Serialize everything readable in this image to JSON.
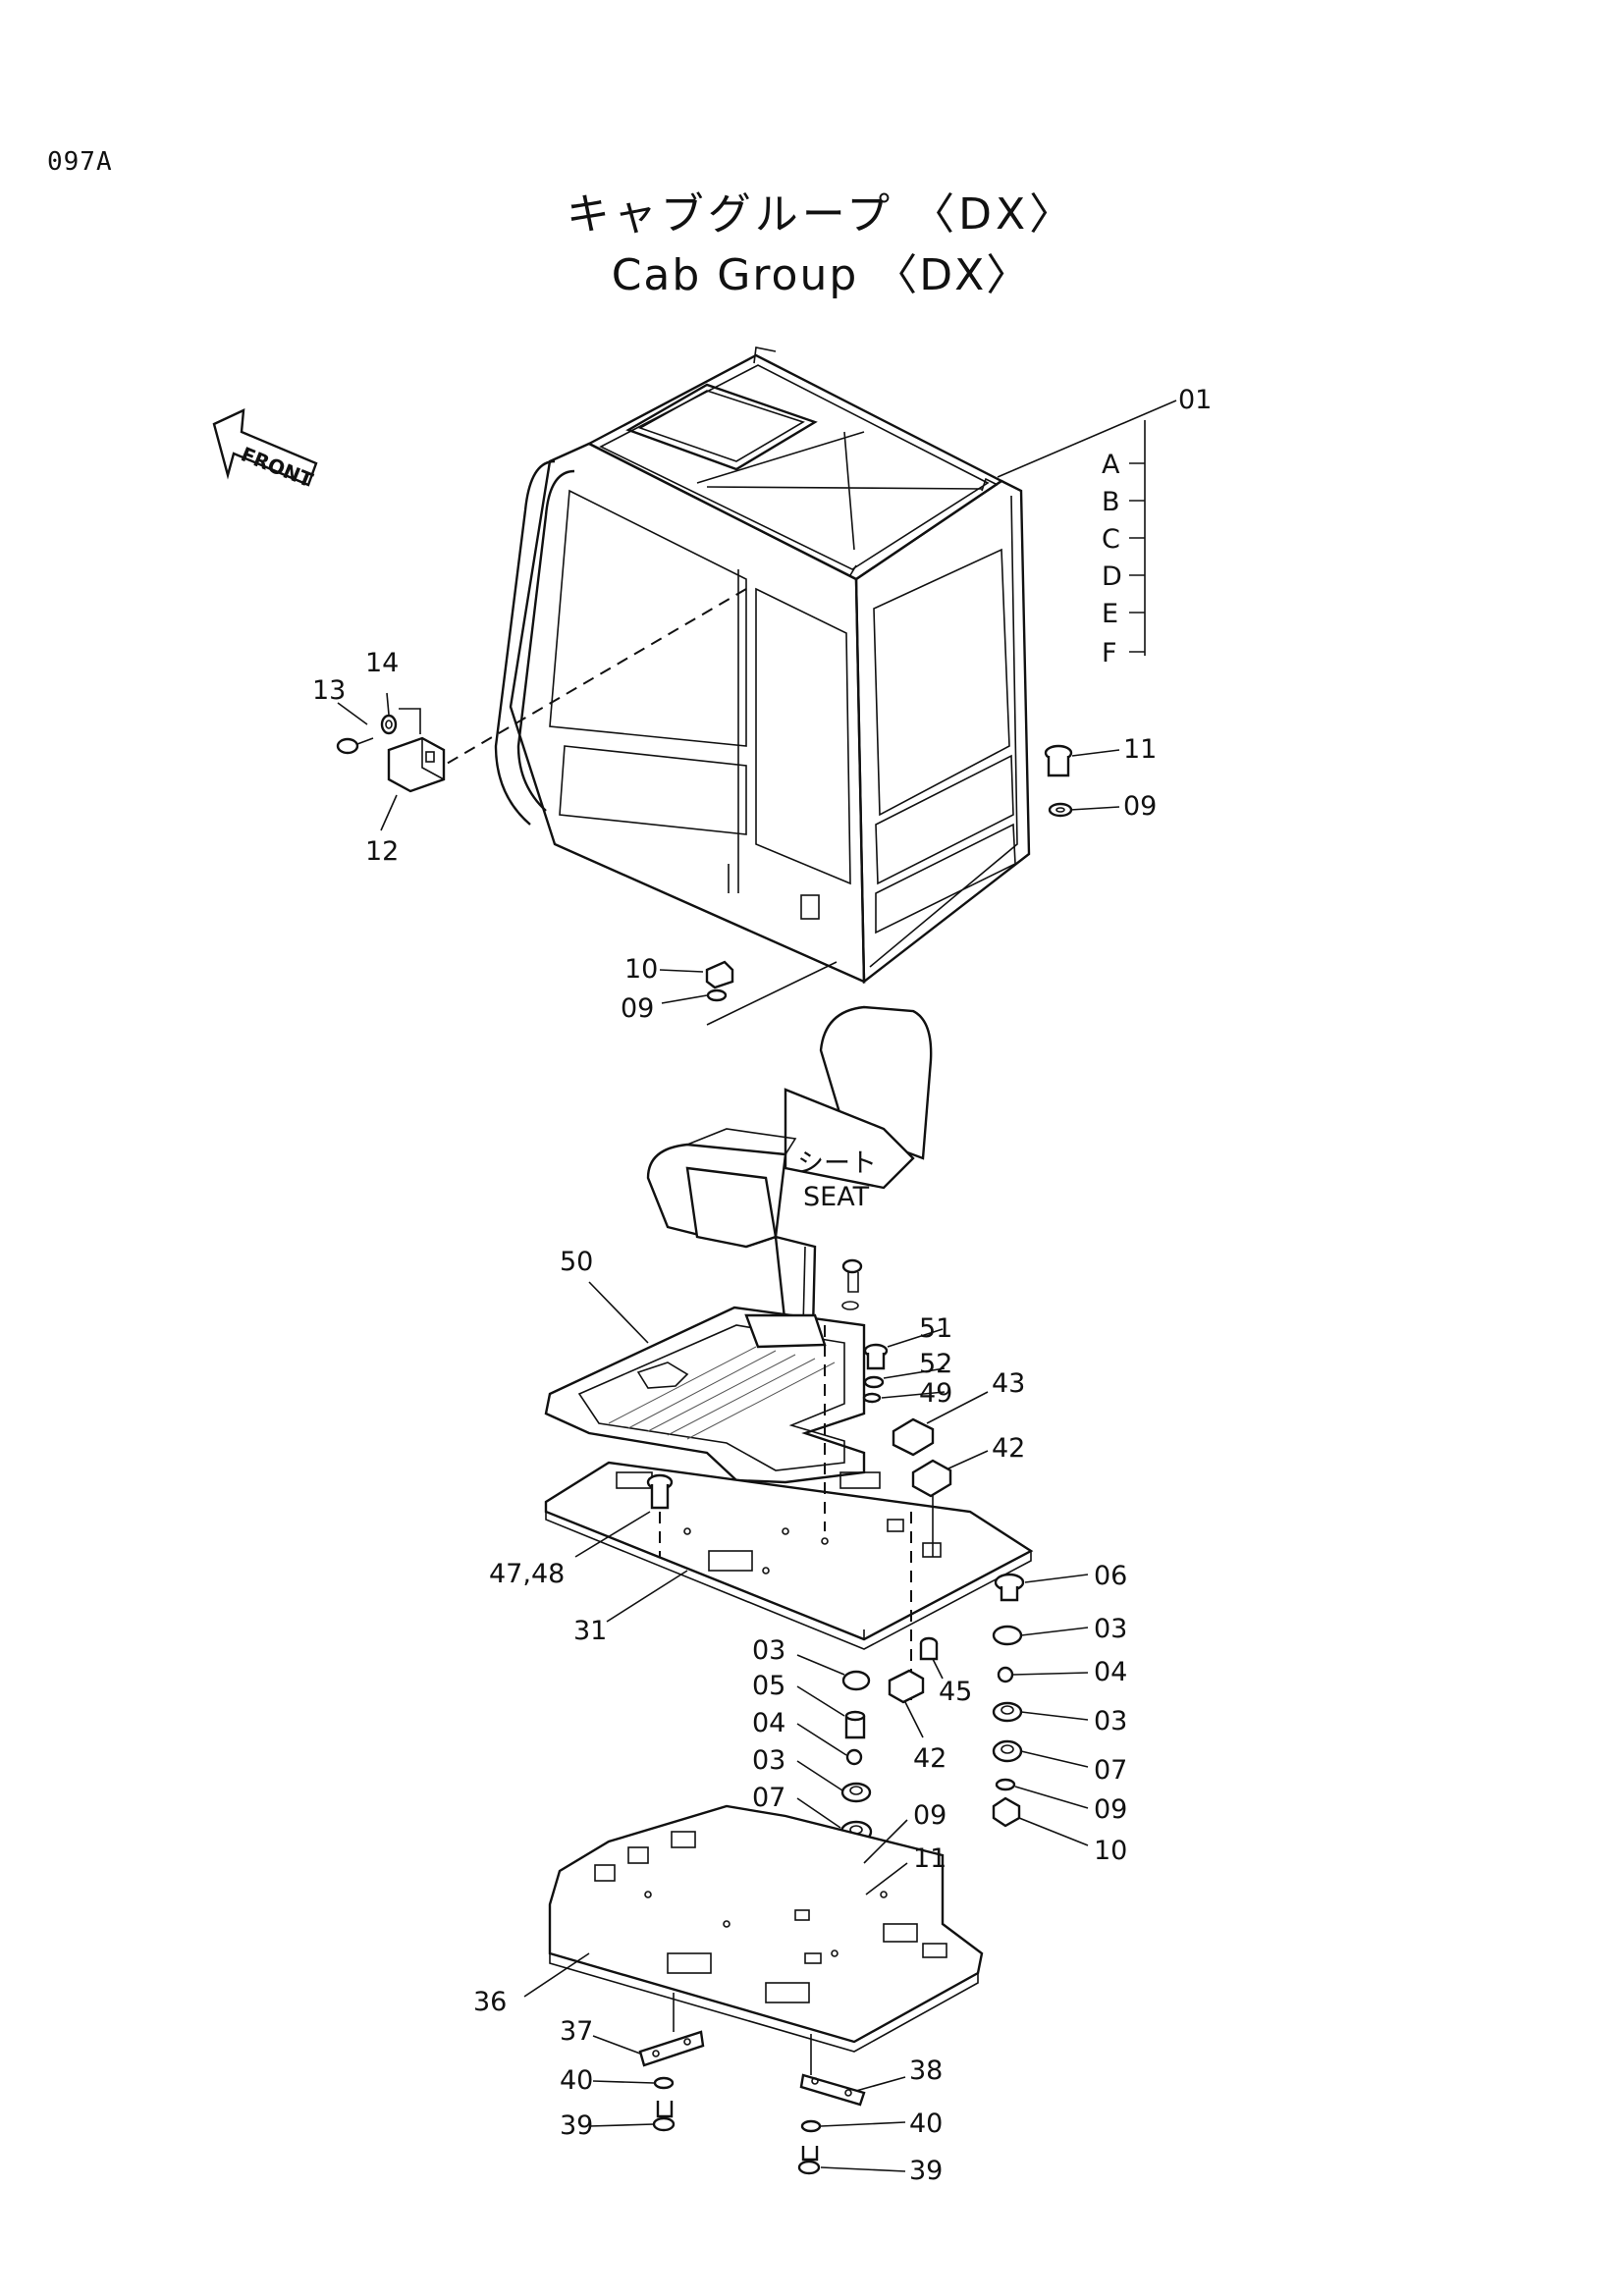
{
  "page_code": "097A",
  "title_jp": "キャブグループ 〈DX〉",
  "title_en": "Cab Group 〈DX〉",
  "front_label": "FRONT",
  "seat_label_jp": "シート",
  "seat_label_en": "SEAT",
  "variants": [
    "A",
    "B",
    "C",
    "D",
    "E",
    "F"
  ],
  "callouts": {
    "c01": "01",
    "c11a": "11",
    "c09a": "09",
    "c13": "13",
    "c14": "14",
    "c12": "12",
    "c10a": "10",
    "c09b": "09",
    "c50": "50",
    "c51": "51",
    "c52": "52",
    "c49": "49",
    "c43": "43",
    "c42a": "42",
    "c47": "47,48",
    "c31": "31",
    "c06": "06",
    "c03a": "03",
    "c04a": "04",
    "c03b": "03",
    "c07a": "07",
    "c09c": "09",
    "c10b": "10",
    "c03c": "03",
    "c05": "05",
    "c04b": "04",
    "c03d": "03",
    "c07b": "07",
    "c45": "45",
    "c42b": "42",
    "c09d": "09",
    "c11b": "11",
    "c36": "36",
    "c37": "37",
    "c40a": "40",
    "c39a": "39",
    "c38": "38",
    "c40b": "40",
    "c39b": "39"
  }
}
